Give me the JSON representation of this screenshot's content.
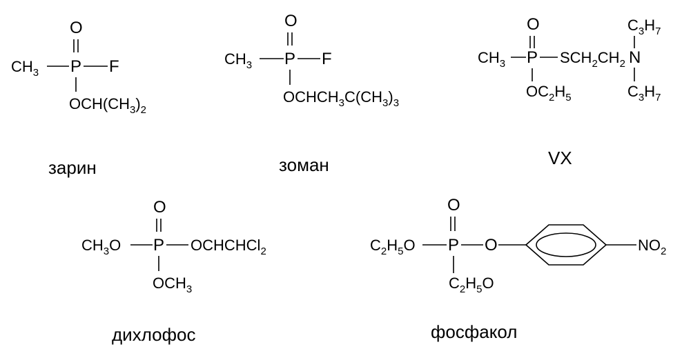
{
  "molecules": [
    {
      "name": "зарин",
      "atoms": {
        "o": "O",
        "p": "P",
        "f": "F"
      },
      "methyl": {
        "base": "CH",
        "sub": "3"
      },
      "ester": {
        "a": "OCH(CH",
        "sub1": "3",
        "b": ")",
        "sub2": "2"
      }
    },
    {
      "name": "зоман",
      "atoms": {
        "o": "O",
        "p": "P",
        "f": "F"
      },
      "methyl": {
        "base": "CH",
        "sub": "3"
      },
      "ester": {
        "a": "OCHCH",
        "sub1": "3",
        "b": "C(CH",
        "sub2": "3",
        "c": ")",
        "sub3": "3"
      }
    },
    {
      "name": "VX",
      "atoms": {
        "o": "O",
        "p": "P",
        "n": "N"
      },
      "methyl": {
        "base": "CH",
        "sub": "3"
      },
      "thio": {
        "a": "SCH",
        "sub1": "2",
        "b": "CH",
        "sub2": "2"
      },
      "ethoxy": {
        "a": "OC",
        "sub1": "2",
        "b": "H",
        "sub2": "5"
      },
      "propyl_top": {
        "a": "C",
        "sub1": "3",
        "b": "H",
        "sub2": "7"
      },
      "propyl_bottom": {
        "a": "C",
        "sub1": "3",
        "b": "H",
        "sub2": "7"
      }
    },
    {
      "name": "дихлофос",
      "atoms": {
        "o": "O",
        "p": "P"
      },
      "left": {
        "a": "CH",
        "sub": "3",
        "b": "O"
      },
      "right": {
        "a": "OCHCHCl",
        "sub": "2"
      },
      "bottom": {
        "a": "OCH",
        "sub": "3"
      }
    },
    {
      "name": "фосфакол",
      "atoms": {
        "o": "O",
        "p": "P",
        "o2": "O"
      },
      "left": {
        "a": "C",
        "sub1": "2",
        "b": "H",
        "sub2": "5",
        "c": "O"
      },
      "bottom": {
        "a": "C",
        "sub1": "2",
        "b": "H",
        "sub2": "5",
        "c": "O"
      },
      "nitro": {
        "a": "NO",
        "sub": "2"
      }
    }
  ]
}
